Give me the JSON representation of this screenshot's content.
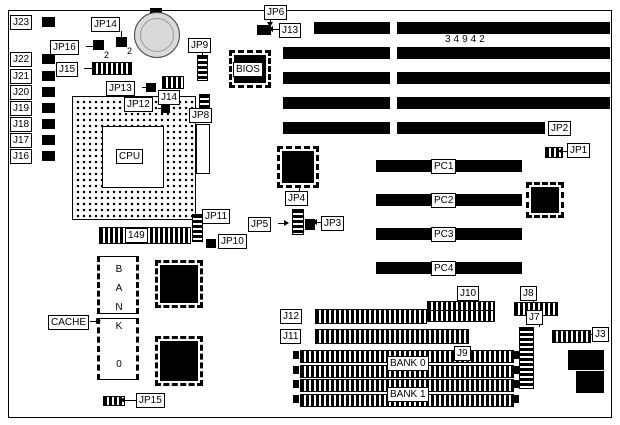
{
  "part_number": "34942",
  "chips": {
    "cpu": "CPU",
    "bios": "BIOS",
    "socket149": "149",
    "cache": "CACHE",
    "cache_bank": "B\nA\nN\nK\n\n0"
  },
  "left_connectors": [
    "J23",
    "J22",
    "J21",
    "J20",
    "J19",
    "J18",
    "J17",
    "J16"
  ],
  "top": {
    "jp14": "JP14",
    "jp16": "JP16",
    "j15": "J15",
    "jp9": "JP9",
    "jp6": "JP6",
    "j13": "J13",
    "pin2a": "2",
    "pin2b": "2"
  },
  "cpu_area": {
    "jp13": "JP13",
    "jp12": "JP12",
    "j14": "J14",
    "jp8": "JP8",
    "jp11": "JP11",
    "jp10": "JP10"
  },
  "jumpers": {
    "jp4": "JP4",
    "jp5": "JP5",
    "jp3": "JP3"
  },
  "right": {
    "jp2": "JP2",
    "jp1": "JP1"
  },
  "slots": {
    "pc": [
      "PC1",
      "PC2",
      "PC3",
      "PC4"
    ]
  },
  "bottom": {
    "j12": "J12",
    "j11": "J11",
    "j10": "J10",
    "j9": "J9",
    "j8": "J8",
    "j7": "J7",
    "j3": "J3",
    "jp15": "JP15",
    "bank0": "BANK 0",
    "bank1": "BANK 1"
  }
}
